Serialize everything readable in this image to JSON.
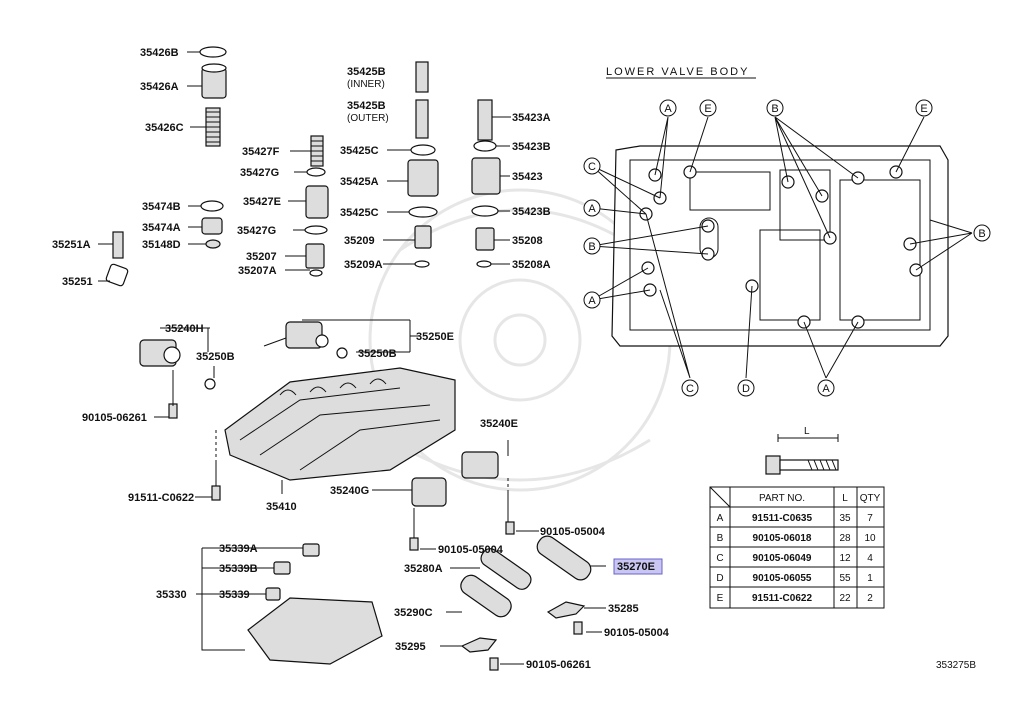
{
  "diagram": {
    "heading": "LOWER VALVE BODY",
    "drawing_code": "353275B",
    "highlighted_part": "35270E",
    "part_labels": [
      {
        "id": "35426B"
      },
      {
        "id": "35426A"
      },
      {
        "id": "35426C"
      },
      {
        "id": "35425B",
        "note": "(INNER)"
      },
      {
        "id": "35425B-2",
        "text": "35425B",
        "note": "(OUTER)"
      },
      {
        "id": "35423A"
      },
      {
        "id": "35425C"
      },
      {
        "id": "35423B"
      },
      {
        "id": "35425A"
      },
      {
        "id": "35423"
      },
      {
        "id": "35425C-2",
        "text": "35425C"
      },
      {
        "id": "35423B-2",
        "text": "35423B"
      },
      {
        "id": "35427F"
      },
      {
        "id": "35427G"
      },
      {
        "id": "35427E"
      },
      {
        "id": "35427G-2",
        "text": "35427G"
      },
      {
        "id": "35474B"
      },
      {
        "id": "35474A"
      },
      {
        "id": "35148D"
      },
      {
        "id": "35251A"
      },
      {
        "id": "35251"
      },
      {
        "id": "35207"
      },
      {
        "id": "35207A"
      },
      {
        "id": "35209"
      },
      {
        "id": "35209A"
      },
      {
        "id": "35208"
      },
      {
        "id": "35208A"
      },
      {
        "id": "35240H"
      },
      {
        "id": "35250B"
      },
      {
        "id": "35250E"
      },
      {
        "id": "35250B-2",
        "text": "35250B"
      },
      {
        "id": "90105-06261"
      },
      {
        "id": "91511-C0622"
      },
      {
        "id": "35410"
      },
      {
        "id": "35240E"
      },
      {
        "id": "35240G"
      },
      {
        "id": "90105-05004"
      },
      {
        "id": "90105-05004-2",
        "text": "90105-05004"
      },
      {
        "id": "35339A"
      },
      {
        "id": "35339B"
      },
      {
        "id": "35330"
      },
      {
        "id": "35339"
      },
      {
        "id": "35280A"
      },
      {
        "id": "35270E"
      },
      {
        "id": "35290C"
      },
      {
        "id": "35285"
      },
      {
        "id": "90105-05004-3",
        "text": "90105-05004"
      },
      {
        "id": "35295"
      },
      {
        "id": "90105-06261-2",
        "text": "90105-06261"
      }
    ],
    "bolt_callouts": [
      "A",
      "E",
      "B",
      "E",
      "C",
      "A",
      "B",
      "A",
      "C",
      "D",
      "A",
      "B"
    ],
    "bolt_length_symbol": "L"
  },
  "bolt_table": {
    "headers": [
      "PART NO.",
      "L",
      "QTY"
    ],
    "rows": [
      {
        "key": "A",
        "part_no": "91511-C0635",
        "length": "35",
        "qty": "7"
      },
      {
        "key": "B",
        "part_no": "90105-06018",
        "length": "28",
        "qty": "10"
      },
      {
        "key": "C",
        "part_no": "90105-06049",
        "length": "12",
        "qty": "4"
      },
      {
        "key": "D",
        "part_no": "90105-06055",
        "length": "55",
        "qty": "1"
      },
      {
        "key": "E",
        "part_no": "91511-C0622",
        "length": "22",
        "qty": "2"
      }
    ]
  }
}
